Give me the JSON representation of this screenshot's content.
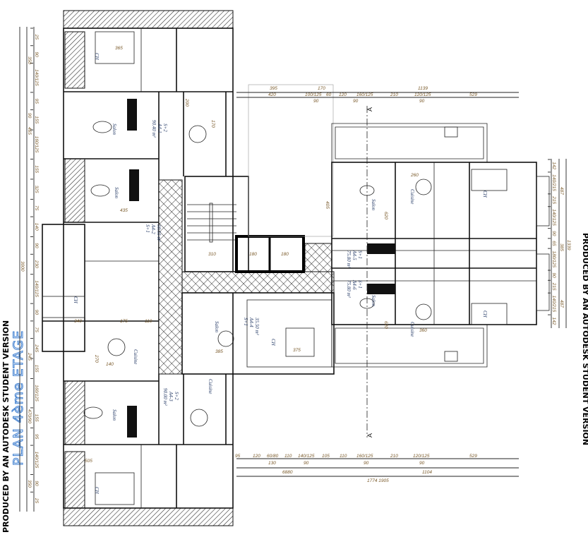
{
  "title": "PLAN 4ème ETAGE",
  "watermark_left": "PRODUCED BY AN AUTODESK STUDENT VERSION",
  "watermark_right": "PRODUCED BY AN AUTODESK STUDENT VERSION",
  "section_marker": "A",
  "apartments": [
    {
      "type": "S+2",
      "id": "A4-1",
      "area": "90.40 m²"
    },
    {
      "type": "S+1",
      "id": "A4-2",
      "area": "50.55 m²"
    },
    {
      "type": "S+2",
      "id": "A4-3",
      "area": "90.00 m²"
    },
    {
      "type": "S+1",
      "id": "A4-4",
      "area": "35.50 m²"
    },
    {
      "type": "S+1",
      "id": "A4-5",
      "area": "75.80 m²"
    },
    {
      "type": "S+1",
      "id": "A4-6",
      "area": "75.80 m²"
    }
  ],
  "rooms": {
    "salon": "Salon",
    "cuisine": "Cuisine",
    "chambre": "CH"
  },
  "room_dims": [
    "365",
    "505",
    "435",
    "385",
    "340",
    "310",
    "180",
    "180",
    "375",
    "405",
    "360",
    "260",
    "620",
    "620",
    "140",
    "110",
    "175",
    "270",
    "200",
    "170"
  ],
  "dims_top": {
    "row1": [
      "395",
      "170",
      "1139"
    ],
    "row2": [
      "420",
      "100/125",
      "60",
      "120",
      "160/125",
      "210",
      "120/125",
      "529"
    ],
    "row3": [
      "90",
      "90",
      "90"
    ]
  },
  "dims_bottom": {
    "row1": [
      "95",
      "120",
      "60/80",
      "110",
      "140/125",
      "105",
      "110",
      "160/125",
      "210",
      "120/125",
      "529"
    ],
    "row1_sub": [
      "130",
      "90",
      "90",
      "90"
    ],
    "row2": [
      "6880",
      "1104"
    ],
    "row3": [
      "1774 1905"
    ]
  },
  "dims_left": {
    "inner": [
      "25",
      "90",
      "140/125",
      "95",
      "155",
      "160/125",
      "155",
      "325",
      "75",
      "140",
      "90",
      "230",
      "140/125",
      "90",
      "75",
      "245",
      "155",
      "160/125",
      "155",
      "95",
      "140/125",
      "90",
      "25"
    ],
    "middle": [
      "350",
      "90",
      "465",
      "245",
      "470/90",
      "350"
    ],
    "outer": [
      "3000"
    ]
  },
  "dims_right": {
    "inner": [
      "142",
      "140/215",
      "215",
      "140/125",
      "90",
      "65",
      "180/125",
      "90",
      "215",
      "140/215",
      "142"
    ],
    "middle": [
      "487",
      "385",
      "487"
    ],
    "outer": [
      "1339"
    ]
  }
}
